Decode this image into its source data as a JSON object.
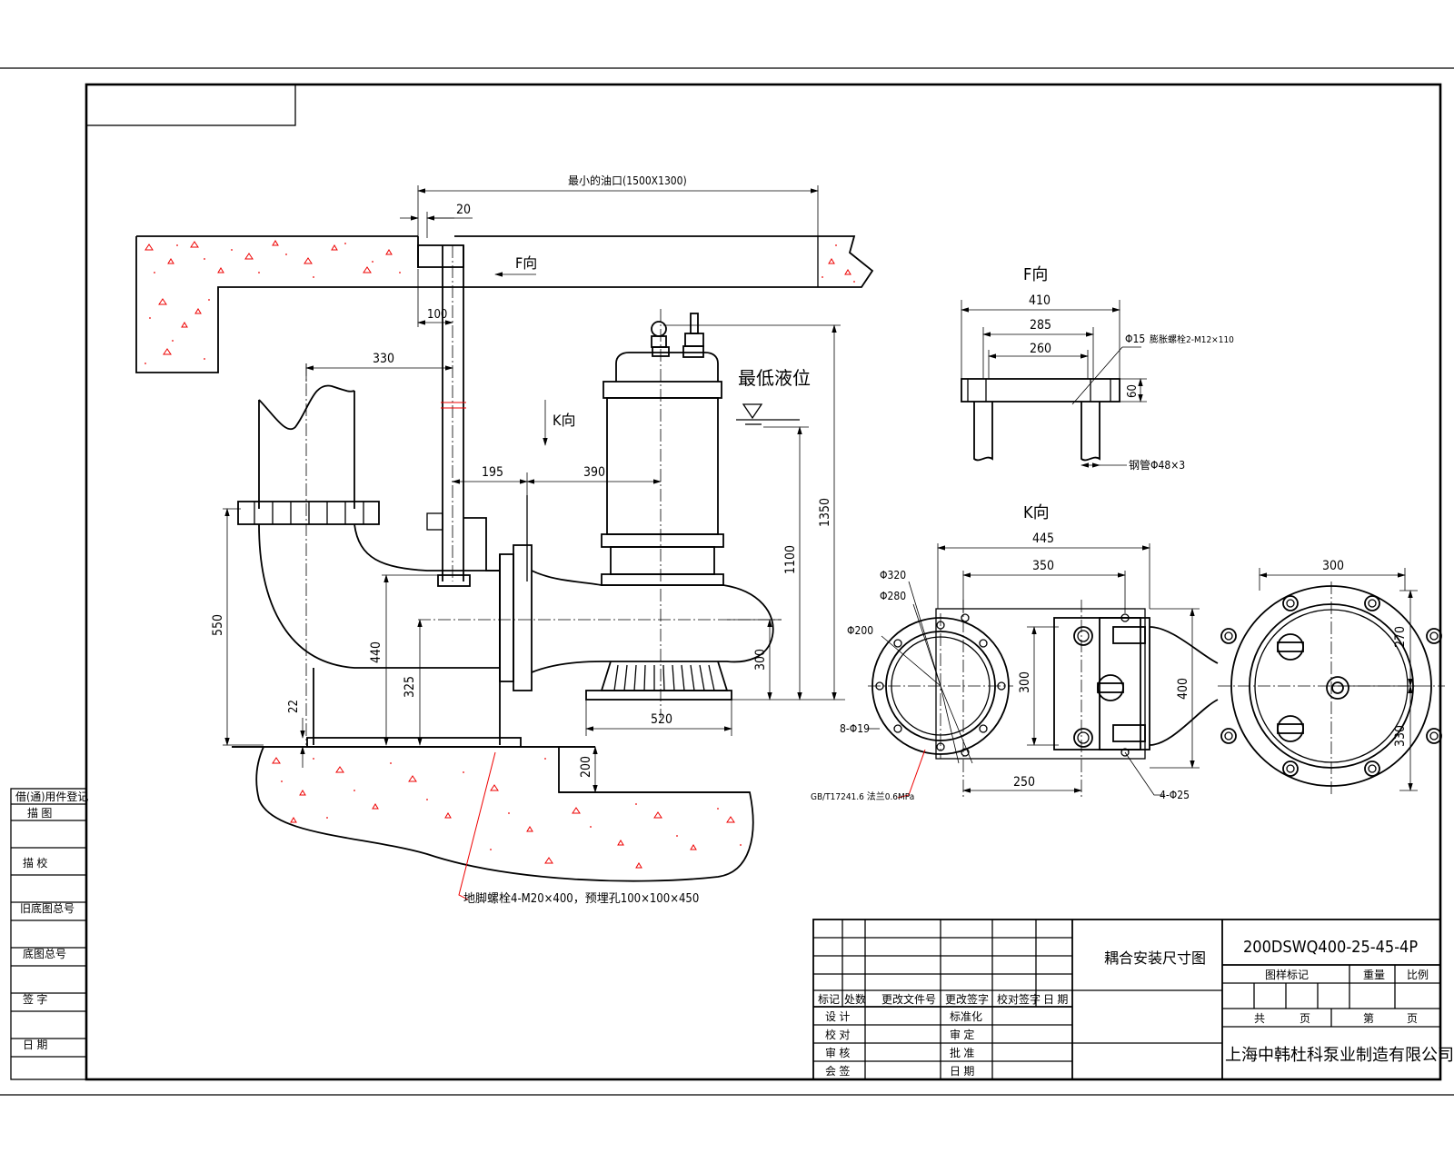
{
  "dims": {
    "min_opening": "最小的油口(1500X1300)",
    "d20": "20",
    "d100": "100",
    "d330": "330",
    "d195": "195",
    "d390": "390",
    "d550": "550",
    "d440": "440",
    "d325": "325",
    "d22": "22",
    "d200": "200",
    "d520": "520",
    "d300": "300",
    "d1100": "1100",
    "d1350": "1350"
  },
  "labels": {
    "f_dir": "F向",
    "k_dir": "K向",
    "min_level": "最低液位",
    "anchor_bolt": "地脚螺栓4-M20×400，预埋孔100×100×450"
  },
  "f_view": {
    "title": "F向",
    "d410": "410",
    "d285": "285",
    "d260": "260",
    "d60": "60",
    "phi15": "Φ15",
    "bolt": "膨胀螺栓2-M12×110",
    "pipe": "钢管Φ48×3"
  },
  "k_view": {
    "title": "K向",
    "d445": "445",
    "d350": "350",
    "d300_right": "300",
    "phi320": "Φ320",
    "phi280": "Φ280",
    "phi200": "Φ200",
    "holes8": "8-Φ19",
    "standard": "GB/T17241.6 法兰0.6MPa",
    "d300_v": "300",
    "d400": "400",
    "d250": "250",
    "holes4": "4-Φ25",
    "d270": "270",
    "d330": "330"
  },
  "left_strip": {
    "items": [
      "借(通)用件登记",
      "描 图",
      "描 校",
      "旧底图总号",
      "底图总号",
      "签 字",
      "日 期"
    ]
  },
  "title_block": {
    "rev_headers": [
      "标记",
      "处数",
      "更改文件号",
      "更改签字",
      "校对签字",
      "日 期"
    ],
    "roles_left": [
      "设 计",
      "校 对",
      "审 核",
      "会 签"
    ],
    "roles_right": [
      "标准化",
      "审 定",
      "批 准",
      "日 期"
    ],
    "drawing_title": "耦合安装尺寸图",
    "drawing_no": "200DSWQ400-25-45-4P",
    "stage_mark": "图样标记",
    "weight": "重量",
    "scale": "比例",
    "total": "共",
    "page": "页",
    "sheet": "第",
    "sheet_page": "页",
    "company": "上海中韩杜科泵业制造有限公司"
  }
}
